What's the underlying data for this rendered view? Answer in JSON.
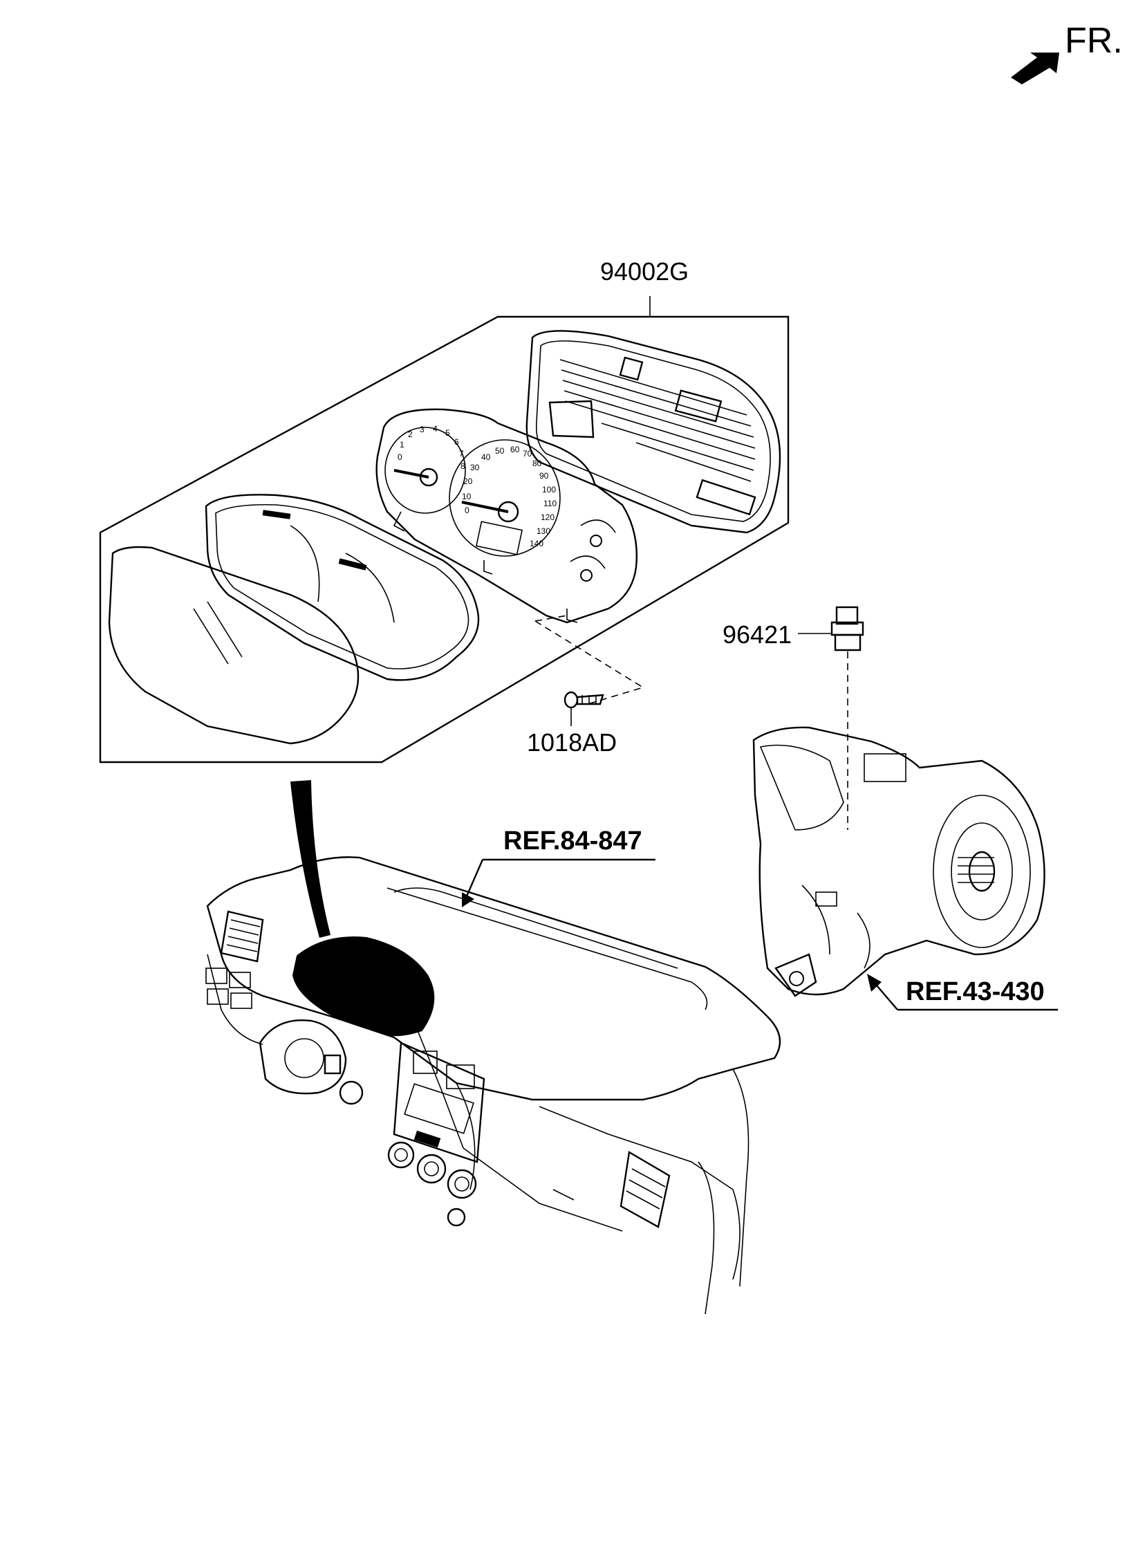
{
  "direction": {
    "label": "FR.",
    "icon": "front-direction-arrow-icon"
  },
  "parts": [
    {
      "id": "cluster",
      "label": "94002G"
    },
    {
      "id": "screw",
      "label": "1018AD"
    },
    {
      "id": "speed-sensor",
      "label": "96421"
    }
  ],
  "references": [
    {
      "id": "dash",
      "label": "REF.84-847"
    },
    {
      "id": "trans",
      "label": "REF.43-430"
    }
  ],
  "gauges": {
    "tach_ticks": [
      "0",
      "1",
      "2",
      "3",
      "4",
      "5",
      "6",
      "7",
      "8"
    ],
    "speedo_ticks": [
      "0",
      "10",
      "20",
      "30",
      "40",
      "50",
      "60",
      "70",
      "80",
      "90",
      "100",
      "110",
      "120",
      "130",
      "140"
    ]
  }
}
